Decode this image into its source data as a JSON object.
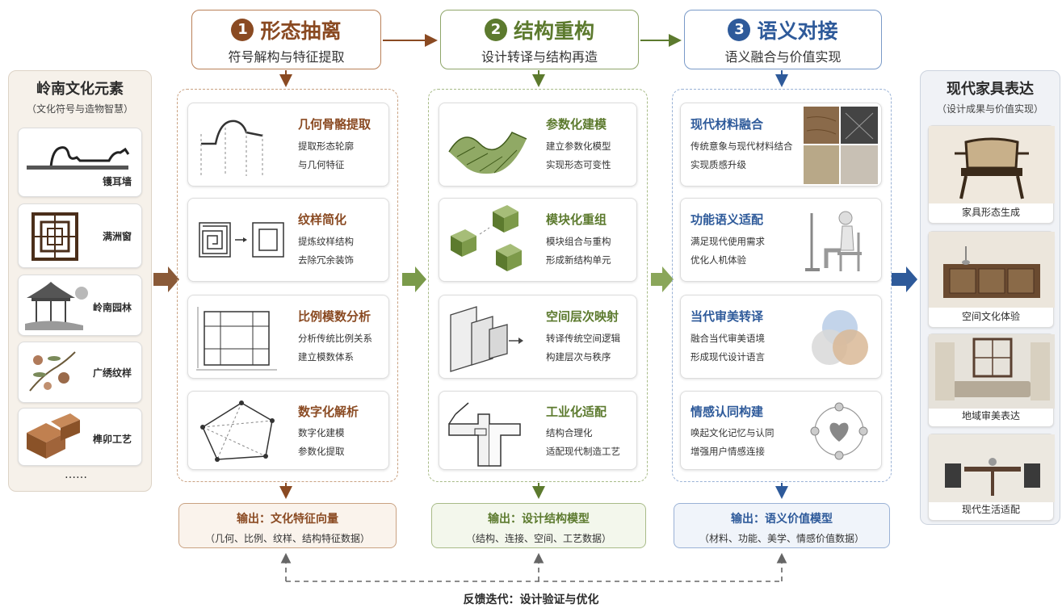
{
  "colors": {
    "brown": "#8a4a22",
    "green": "#5c7a2e",
    "blue": "#2e5a9a",
    "gray": "#666666"
  },
  "stages": [
    {
      "num": "1",
      "title": "形态抽离",
      "subtitle": "符号解构与特征提取"
    },
    {
      "num": "2",
      "title": "结构重构",
      "subtitle": "设计转译与结构再造"
    },
    {
      "num": "3",
      "title": "语义对接",
      "subtitle": "语义融合与价值实现"
    }
  ],
  "left": {
    "title": "岭南文化元素",
    "subtitle": "（文化符号与造物智慧）",
    "items": [
      "镬耳墙",
      "满洲窗",
      "岭南园林",
      "广绣纹样",
      "榫卯工艺"
    ],
    "more": "……"
  },
  "col1": [
    {
      "title": "几何骨骼提取",
      "lines": [
        "提取形态轮廓",
        "与几何特征"
      ],
      "icon": "roof-outline-icon"
    },
    {
      "title": "纹样简化",
      "lines": [
        "提炼纹样结构",
        "去除冗余装饰"
      ],
      "icon": "pattern-simplify-icon"
    },
    {
      "title": "比例模数分析",
      "lines": [
        "分析传统比例关系",
        "建立模数体系"
      ],
      "icon": "grid-proportion-icon"
    },
    {
      "title": "数字化解析",
      "lines": [
        "数字化建模",
        "参数化提取"
      ],
      "icon": "polygon-network-icon"
    }
  ],
  "col2": [
    {
      "title": "参数化建模",
      "lines": [
        "建立参数化模型",
        "实现形态可变性"
      ],
      "icon": "parametric-surface-icon"
    },
    {
      "title": "模块化重组",
      "lines": [
        "模块组合与重构",
        "形成新结构单元"
      ],
      "icon": "module-cubes-icon"
    },
    {
      "title": "空间层次映射",
      "lines": [
        "转译传统空间逻辑",
        "构建层次与秩序"
      ],
      "icon": "layered-planes-icon"
    },
    {
      "title": "工业化适配",
      "lines": [
        "结构合理化",
        "适配现代制造工艺"
      ],
      "icon": "joint-structure-icon"
    }
  ],
  "col3": [
    {
      "title": "现代材料融合",
      "lines": [
        "传统意象与现代材料结合",
        "实现质感升级"
      ],
      "icon": "material-swatches-icon"
    },
    {
      "title": "功能语义适配",
      "lines": [
        "满足现代使用需求",
        "优化人机体验"
      ],
      "icon": "ergonomic-figure-icon"
    },
    {
      "title": "当代审美转译",
      "lines": [
        "融合当代审美语境",
        "形成现代设计语言"
      ],
      "icon": "overlap-circles-icon"
    },
    {
      "title": "情感认同构建",
      "lines": [
        "唤起文化记忆与认同",
        "增强用户情感连接"
      ],
      "icon": "heart-network-icon"
    }
  ],
  "outputs": [
    {
      "title": "输出：文化特征向量",
      "desc": "（几何、比例、纹样、结构特征数据）"
    },
    {
      "title": "输出：设计结构模型",
      "desc": "（结构、连接、空间、工艺数据）"
    },
    {
      "title": "输出：语义价值模型",
      "desc": "（材料、功能、美学、情感价值数据）"
    }
  ],
  "right": {
    "title": "现代家具表达",
    "subtitle": "（设计成果与价值实现）",
    "items": [
      "家具形态生成",
      "空间文化体验",
      "地域审美表达",
      "现代生活适配"
    ]
  },
  "feedback": "反馈迭代：设计验证与优化"
}
